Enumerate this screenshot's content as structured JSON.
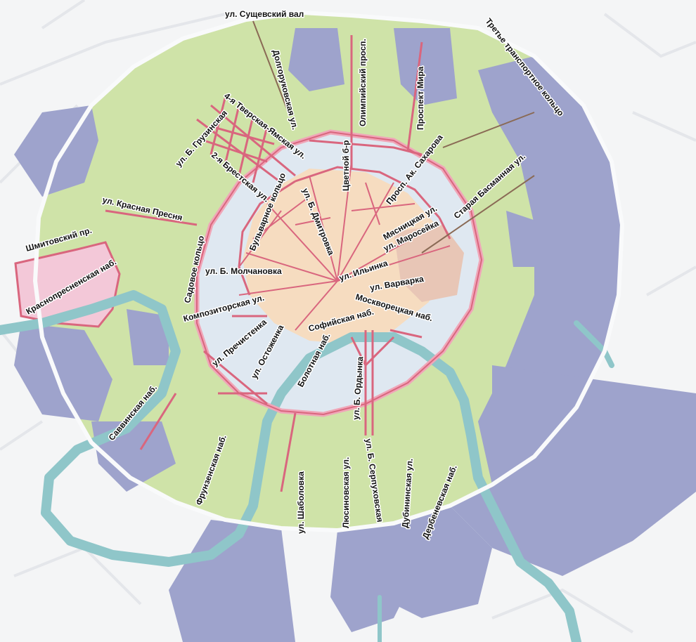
{
  "colors": {
    "background": "#f4f5f6",
    "outer_zone": "#cfe3a8",
    "industrial": "#9ea3cc",
    "ring_inner": "#dfe8f1",
    "center": "#f6dcc0",
    "kitay_gorod": "#e8c6b6",
    "river": "#8fc6c9",
    "road_red": "#d9667e",
    "road_pink": "#f0a6b8",
    "park_pink": "#f3c8d8",
    "brown_road": "#8a6a55",
    "street_grid": "#e4e6ea"
  },
  "labels": {
    "sushchevsky_val": "ул. Сущевский вал",
    "third_ring": "Третье транспортное кольцо",
    "dolgorukovskaya": "Долгоруковская ул.",
    "olimpiysky": "Олимпийский просп.",
    "prospekt_mira": "Проспект Мира",
    "tverskaya_yamskaya": "4-я Тверская-Ямская ул.",
    "gruzinskaya": "ул. Б. Грузинская",
    "brestskaya": "2-я Брестская ул.",
    "tsvetnoy": "Цветной б-р",
    "sakharova": "Просп. Ак. Сахарова",
    "staraya_basmannaya": "Старая Басманная ул.",
    "krasnaya_presnya": "ул. Красная Пресня",
    "bulvarnoe": "Бульварное кольцо",
    "dmitrovka": "ул. Б. Дмитровка",
    "myasnitskaya": "Мясницкая ул.",
    "maroseyka": "ул. Маросейка",
    "shmitovsky": "Шмитовский пр.",
    "sadovoe": "Садовое кольцо",
    "molchanovka": "ул. Б.  Молчановка",
    "ilyinka": "ул. Ильинка",
    "varvarka": "ул. Варварка",
    "krasnopresnenskaya": "Краснопресненская наб.",
    "kompozitorskaya": "Композиторская ул.",
    "moskvoretskaya": "Москворецкая наб.",
    "sofiyskaya": "Софийская наб.",
    "prechistenka": "ул. Пречистенка",
    "ostozhenka": "ул. Остоженка",
    "bolotnaya": "Болотная наб.",
    "ordynka": "ул. Б. Ордынка",
    "savvinskaya": "Саввинская наб.",
    "serpukhovskaya": "ул. Б. Серпуховская",
    "frunzenskaya": "Фрунзенская наб.",
    "shabolovka": "ул. Шаболовка",
    "lyusinovskaya": "Люсиновская ул.",
    "dubininskaya": "Дубининская ул.",
    "derbenevskaya": "Дербеневская наб."
  }
}
